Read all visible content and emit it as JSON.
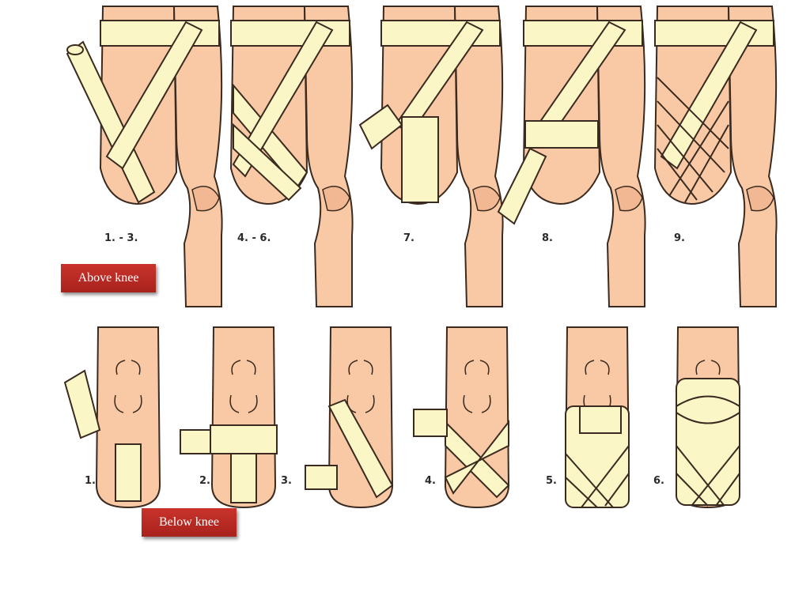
{
  "colors": {
    "skin": "#f8c9a4",
    "bandage": "#fbf6c6",
    "outline": "#3a2a20",
    "badge": "#b8261f"
  },
  "above_knee": {
    "label": "Above knee",
    "steps": [
      "1. - 3.",
      "4. - 6.",
      "7.",
      "8.",
      "9."
    ]
  },
  "below_knee": {
    "label": "Below knee",
    "steps": [
      "1.",
      "2.",
      "3.",
      "4.",
      "5.",
      "6."
    ]
  }
}
